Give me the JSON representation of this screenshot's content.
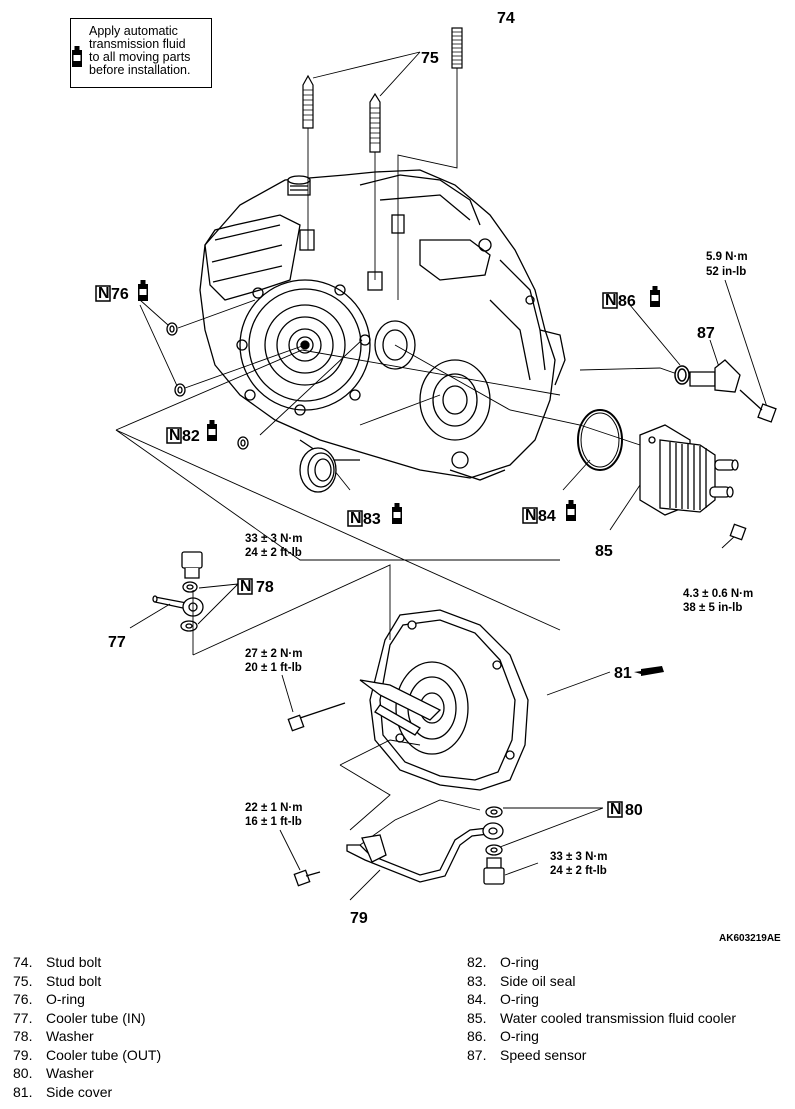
{
  "note": {
    "text": "Apply automatic\ntransmission fluid\nto all moving parts\nbefore installation."
  },
  "callouts": {
    "c74": "74",
    "c75": "75",
    "c76": "76",
    "c77": "77",
    "c78": "78",
    "c79": "79",
    "c80": "80",
    "c81": "81",
    "c82": "82",
    "c83": "83",
    "c84": "84",
    "c85": "85",
    "c86": "86",
    "c87": "87",
    "n": "N"
  },
  "torque": {
    "t87a": "5.9 N·m",
    "t87b": "52 in-lb",
    "t85a": "4.3 ± 0.6 N·m",
    "t85b": "38 ± 5 in-lb",
    "t77a": "33 ± 3 N·m",
    "t77b": "24 ± 2 ft-lb",
    "t81a": "27 ± 2 N·m",
    "t81b": "20 ± 1 ft-lb",
    "t79a": "22 ± 1 N·m",
    "t79b": "16 ± 1 ft-lb",
    "t80a": "33 ± 3 N·m",
    "t80b": "24 ± 2 ft-lb"
  },
  "figure_code": "AK603219AE",
  "legend_left": [
    {
      "num": "74.",
      "name": "Stud bolt"
    },
    {
      "num": "75.",
      "name": "Stud bolt"
    },
    {
      "num": "76.",
      "name": "O-ring"
    },
    {
      "num": "77.",
      "name": "Cooler tube (IN)"
    },
    {
      "num": "78.",
      "name": "Washer"
    },
    {
      "num": "79.",
      "name": "Cooler tube (OUT)"
    },
    {
      "num": "80.",
      "name": "Washer"
    },
    {
      "num": "81.",
      "name": "Side cover"
    }
  ],
  "legend_right": [
    {
      "num": "82.",
      "name": "O-ring"
    },
    {
      "num": "83.",
      "name": "Side oil seal"
    },
    {
      "num": "84.",
      "name": "O-ring"
    },
    {
      "num": "85.",
      "name": "Water cooled transmission fluid cooler"
    },
    {
      "num": "86.",
      "name": "O-ring"
    },
    {
      "num": "87.",
      "name": "Speed sensor"
    }
  ]
}
